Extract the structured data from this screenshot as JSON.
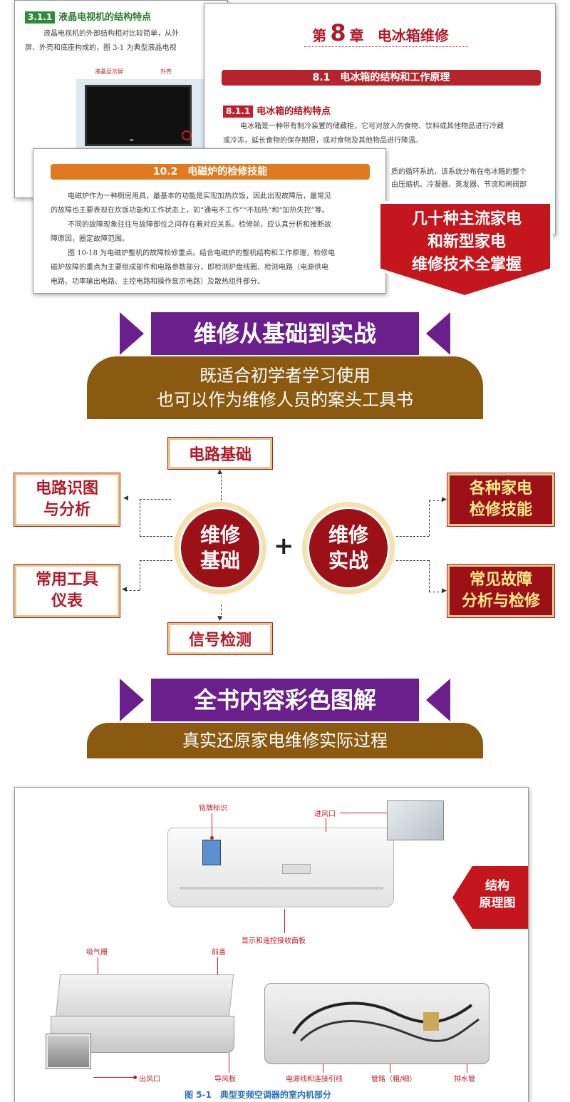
{
  "top": {
    "tv_page": {
      "section_num": "3.1.1",
      "section_title": "液晶电视机的结构特点",
      "line1": "液晶电视机的外部结构相对比较简单，从外",
      "line2": "屏、外壳和底座构成的，图 3-1 为典型液晶电视",
      "label_screen": "液晶显示屏",
      "label_shell": "外壳"
    },
    "fridge_page": {
      "chapter_prefix": "第",
      "chapter_num": "8",
      "chapter_suffix": "章",
      "chapter_title": "电冰箱维修",
      "bar_title": "8.1　电冰箱的结构和工作原理",
      "section_num": "8.1.1",
      "section_title": "电冰箱的结构特点",
      "line1": "电冰箱是一种带有制冷装置的储藏柜，它可对放入的食物、饮料或其他物品进行冷藏",
      "line2": "或冷冻，延长食物的保存期限，或对食物及其他物品进行降温。",
      "line3": "质的循环系统，该系统分布在电冰箱的整个",
      "line4": "由压缩机、冷凝器、蒸发器、节流和闸阀部"
    },
    "cooker_page": {
      "bar_title": "10.2　电磁炉的检修技能",
      "p1a": "电磁炉作为一种厨房用具，最基本的功能是实现加热炊饭，因此出现故障后，最常见",
      "p1b": "的故障也主要表现在炊饭功能和工作状态上，如“通电不工作”“不加热”和“加热失控”等。",
      "p2a": "不同的故障现象往往与故障部位之间存在着对应关系。检修前，应认真分析和推断故",
      "p2b": "障原因，圈定故障范围。",
      "p3a": "图 10-18 为电磁炉整机的故障检修重点。结合电磁炉的整机结构和工作原理，检修电",
      "p3b": "磁炉故障的重点为主要组成部件和电路参数部分，即检测炉盘线圈、检测电路（电源供电",
      "p3c": "电路、功率输出电路、主控电路和操作显示电路）及散热组件部分。"
    },
    "badge": {
      "line1": "几十种主流家电",
      "line2": "和新型家电",
      "line3": "维修技术全掌握"
    }
  },
  "banner1": {
    "title": "维修从基础到实战",
    "sub1": "既适合初学者学习使用",
    "sub2": "也可以作为维修人员的案头工具书"
  },
  "diagram": {
    "basic_top": "电路基础",
    "basic_left1a": "电路识图",
    "basic_left1b": "与分析",
    "basic_left2a": "常用工具",
    "basic_left2b": "仪表",
    "basic_bottom": "信号检测",
    "center_left_a": "维修",
    "center_left_b": "基础",
    "plus": "+",
    "center_right_a": "维修",
    "center_right_b": "实战",
    "right1a": "各种家电",
    "right1b": "检修技能",
    "right2a": "常见故障",
    "right2b": "分析与检修"
  },
  "banner2": {
    "title": "全书内容彩色图解",
    "sub": "真实还原家电维修实际过程"
  },
  "ac_figure": {
    "label_nameplate": "铭牌标识",
    "label_inlet": "进风口",
    "label_display": "显示和遥控接收面板",
    "label_grille": "吸气栅",
    "label_front_cover": "前盖",
    "label_outlet": "出风口",
    "label_deflector": "导风板",
    "label_power": "电源线和连接引线",
    "label_pipe": "管路（粗/细）",
    "label_drain": "排水管",
    "caption": "图 5-1　典型变频空调器的室内机部分",
    "badge_line1": "结构",
    "badge_line2": "原理图"
  },
  "colors": {
    "purple": "#6a1f8c",
    "brown": "#8b5a11",
    "dark_red": "#9c1018",
    "gold": "#e2c98a",
    "orange_bar": "#e07a22",
    "red_bar": "#b5242a"
  }
}
